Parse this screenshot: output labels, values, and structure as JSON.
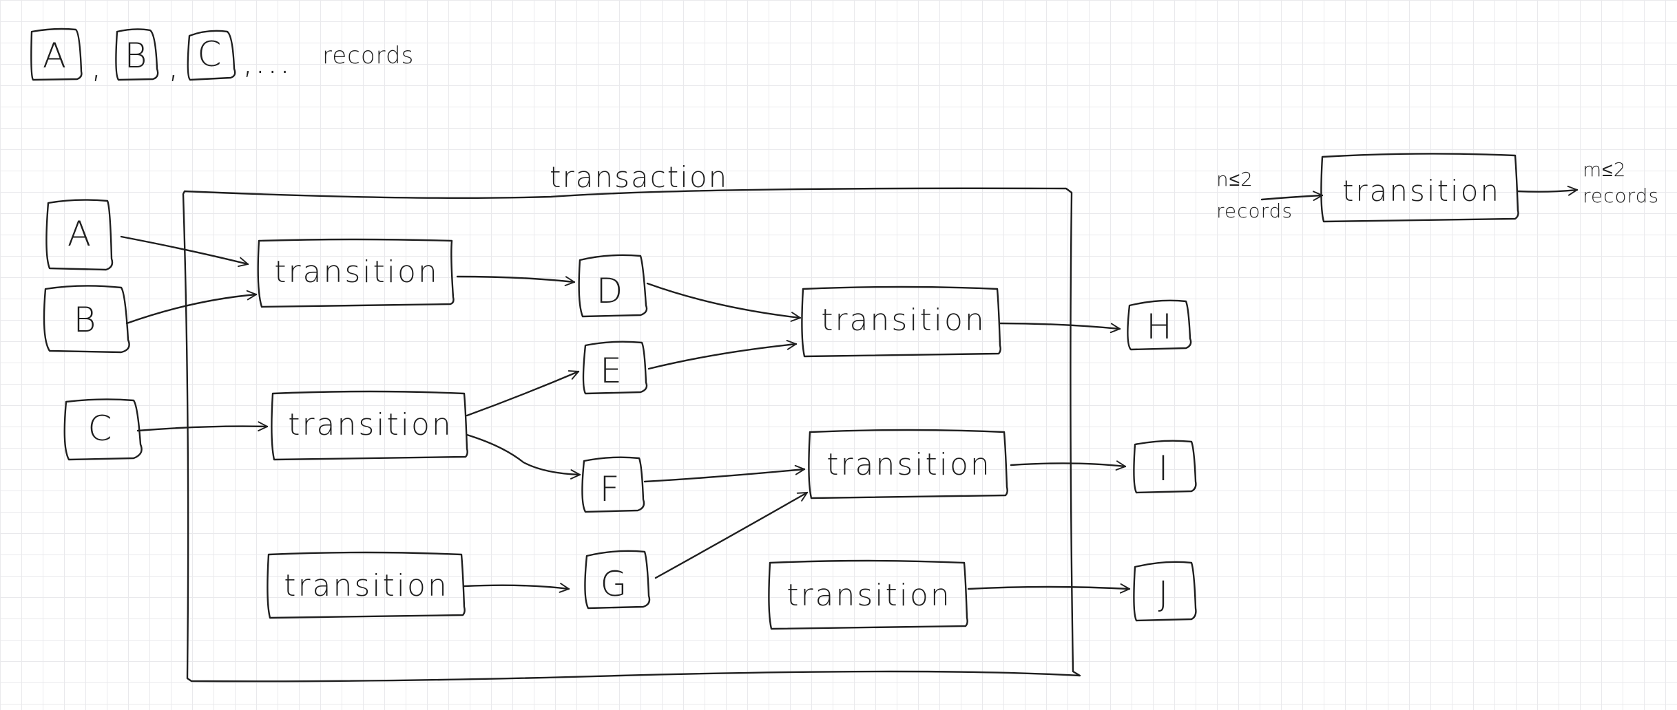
{
  "legend": {
    "records": [
      "A",
      "B",
      "C"
    ],
    "separator": ",",
    "ellipsis": ",...",
    "label": "records"
  },
  "transaction_label": "transaction",
  "inputs": [
    "A",
    "B",
    "C"
  ],
  "intermediates": [
    "D",
    "E",
    "F",
    "G"
  ],
  "outputs": [
    "H",
    "I",
    "J"
  ],
  "transition_label": "transition",
  "definition": {
    "input_count": "n≤2",
    "input_records": "records",
    "output_count": "m≤2",
    "output_records": "records",
    "transition_label": "transition"
  }
}
